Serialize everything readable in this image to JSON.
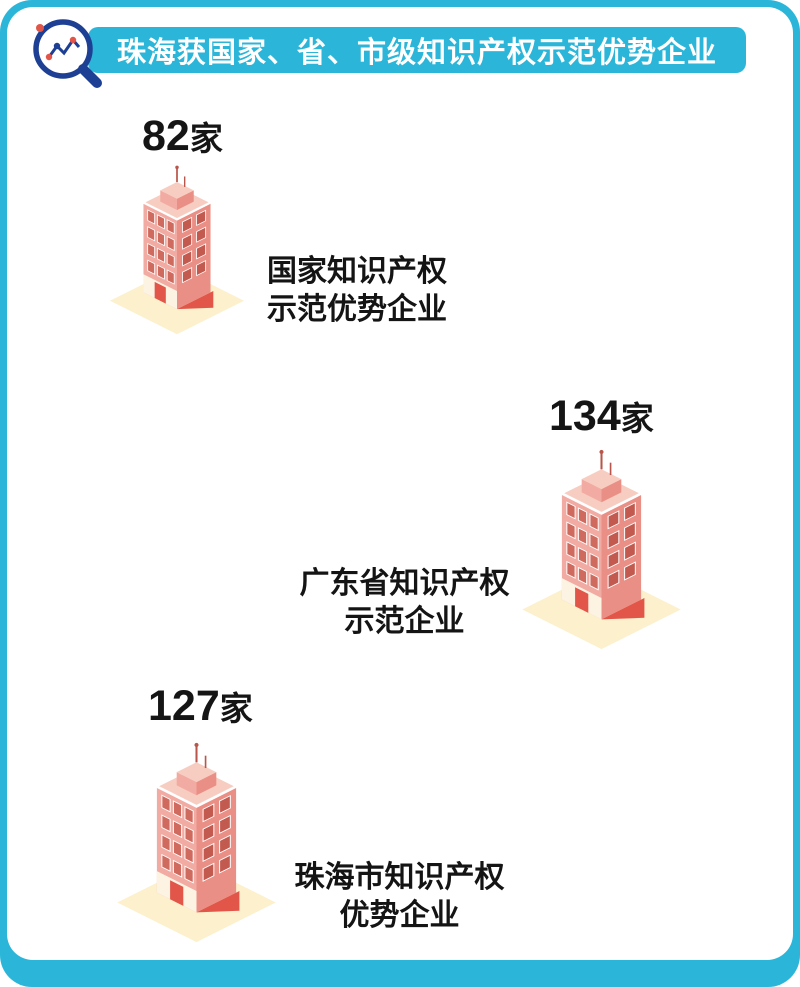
{
  "header": {
    "title": "珠海获国家、省、市级知识产权示范优势企业",
    "icon": "magnifier-chart-icon"
  },
  "chart_data": {
    "type": "bar",
    "subtype": "pictorial-infographic",
    "title": "珠海获国家、省、市级知识产权示范优势企业",
    "categories": [
      "国家知识产权示范优势企业",
      "广东省知识产权示范企业",
      "珠海市知识产权优势企业"
    ],
    "values": [
      82,
      134,
      127
    ],
    "unit": "家",
    "legend": false,
    "grid": false,
    "pictogram": "building-icon"
  },
  "items": [
    {
      "id": "national",
      "value": "82",
      "unit": "家",
      "label_line1": "国家知识产权",
      "label_line2": "示范优势企业",
      "icon": "building-icon"
    },
    {
      "id": "provincial",
      "value": "134",
      "unit": "家",
      "label_line1": "广东省知识产权",
      "label_line2": "示范企业",
      "icon": "building-icon"
    },
    {
      "id": "municipal",
      "value": "127",
      "unit": "家",
      "label_line1": "珠海市知识产权",
      "label_line2": "优势企业",
      "icon": "building-icon"
    }
  ],
  "colors": {
    "accent_cyan": "#2bb6d9",
    "building_pink": "#f2aba2",
    "building_shade": "#ea8f85",
    "building_red": "#e25649",
    "platform_cream": "#fcf0cd",
    "icon_navy": "#1d3f94",
    "text_dark": "#151515"
  }
}
